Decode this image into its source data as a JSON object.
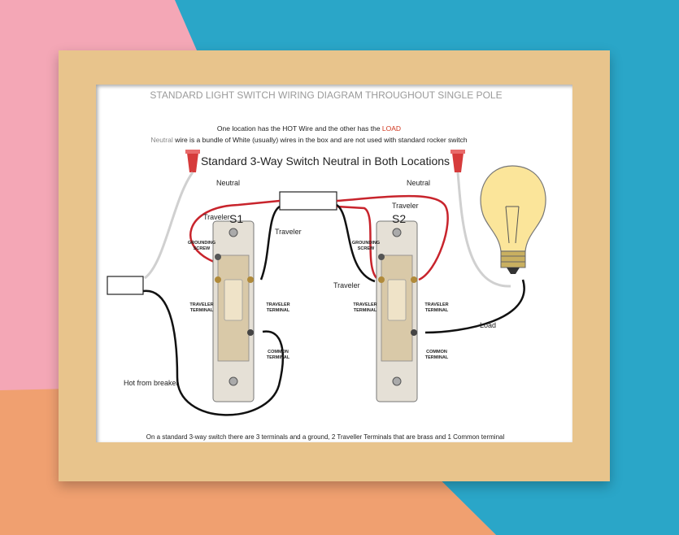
{
  "page_title": "STANDARD LIGHT SWITCH WIRING DIAGRAM THROUGHOUT SINGLE POLE",
  "intro": {
    "line1_prefix": "One location has the HOT Wire and the other has the ",
    "line1_load": "LOAD",
    "line2_neutral": "Neutral",
    "line2_rest": " wire is a bundle of White (usually) wires in the box and are not used with standard rocker switch"
  },
  "diagram_title": "Standard 3-Way Switch Neutral in Both Locations",
  "labels": {
    "neutral_left": "Neutral",
    "neutral_right": "Neutral",
    "traveler_s1_left": "Traveler",
    "traveler_s1_right": "Traveler",
    "traveler_s2_top": "Traveler",
    "traveler_s2_left": "Traveler",
    "s1": "S1",
    "s2": "S2",
    "load": "Load",
    "hot": "Hot from breaker"
  },
  "switch_labels": {
    "grounding_screw_1": "GROUNDING",
    "grounding_screw_2": "SCREW",
    "traveler_terminal_1": "TRAVELER",
    "traveler_terminal_2": "TERMINAL",
    "common_terminal_1": "COMMON",
    "common_terminal_2": "TERMINAL"
  },
  "footer_note": "On a standard 3-way switch there are 3 terminals and a ground, 2 Traveller Terminals that are brass and 1 Common terminal",
  "colors": {
    "wall_pink": "#f4a7b6",
    "wall_blue": "#2aa6c8",
    "wall_peach": "#f0a070",
    "frame_wood": "#e8c48c",
    "wire_red": "#c8242c",
    "wire_black": "#111111",
    "wire_white": "#d8d8d8",
    "load_text": "#d0361e"
  }
}
